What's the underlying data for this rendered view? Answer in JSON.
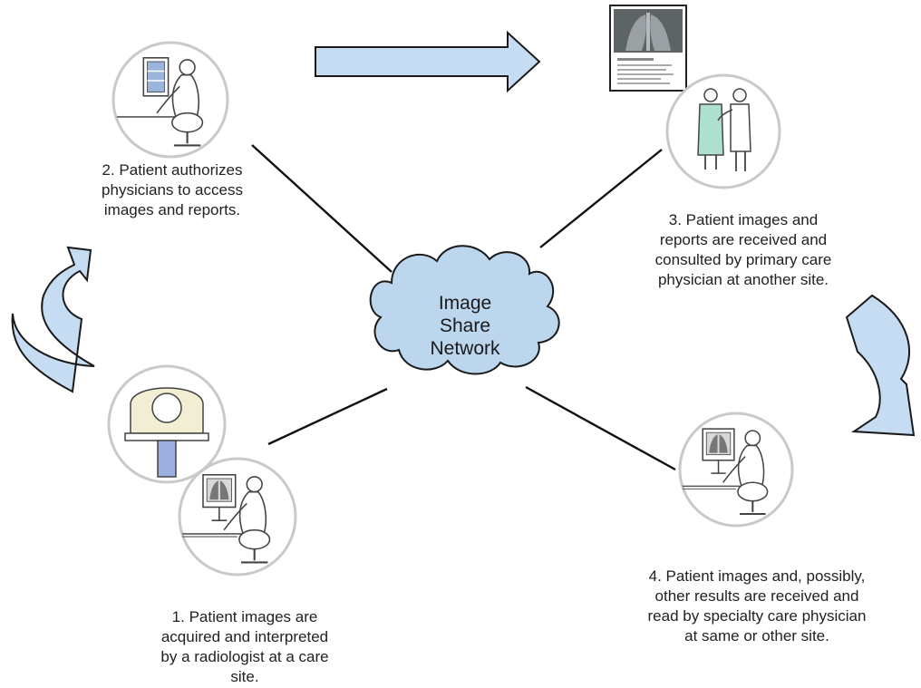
{
  "network": {
    "label": "Image\nShare\nNetwork"
  },
  "steps": [
    {
      "number": "1",
      "text": "1. Patient images are\nacquired and interpreted\nby a radiologist at a care\nsite."
    },
    {
      "number": "2",
      "text": "2. Patient authorizes\nphysicians to access\nimages and reports."
    },
    {
      "number": "3",
      "text": "3. Patient images and\nreports are received and\nconsulted by primary care\nphysician at another site."
    },
    {
      "number": "4",
      "text": "4. Patient images and, possibly,\nother results are received and\nread by specialty care physician\nat same or other site."
    }
  ],
  "colors": {
    "arrow_fill": "#c6dcf2",
    "arrow_stroke": "#1a1a1a",
    "cloud_fill": "#bcd6ee",
    "connector": "#111111",
    "icon_ring": "#c9c9c9",
    "scanner_fill": "#f1eed4",
    "scanner_table": "#9aaee0",
    "monitor_fill": "#9ab4dc",
    "gown_fill": "#aee0cf"
  },
  "icons": {
    "step1": [
      "mri-scanner-icon",
      "radiologist-workstation-icon"
    ],
    "step2": "patient-workstation-icon",
    "step3": [
      "xray-report-icon",
      "doctor-patient-consult-icon"
    ],
    "step4": "specialist-workstation-icon"
  }
}
